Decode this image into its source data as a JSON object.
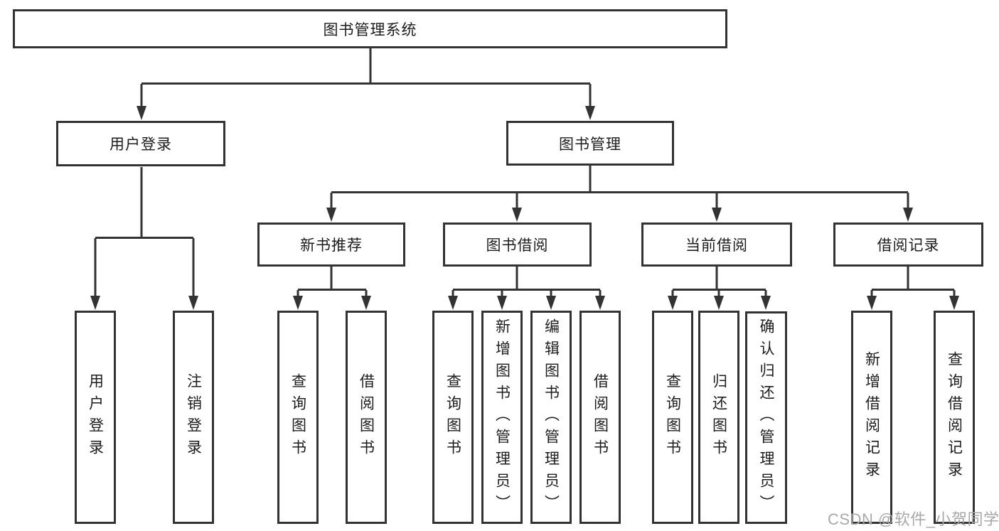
{
  "tree": {
    "label": "图书管理系统",
    "children": [
      {
        "label": "用户登录",
        "children": [
          {
            "label": "用户登录"
          },
          {
            "label": "注销登录"
          }
        ]
      },
      {
        "label": "图书管理",
        "children": [
          {
            "label": "新书推荐",
            "children": [
              {
                "label": "查询图书"
              },
              {
                "label": "借阅图书"
              }
            ]
          },
          {
            "label": "图书借阅",
            "children": [
              {
                "label": "查询图书"
              },
              {
                "label": "新增图书（管理员）"
              },
              {
                "label": "编辑图书（管理员）"
              },
              {
                "label": "借阅图书"
              }
            ]
          },
          {
            "label": "当前借阅",
            "children": [
              {
                "label": "查询图书"
              },
              {
                "label": "归还图书"
              },
              {
                "label": "确认归还（管理员）"
              }
            ]
          },
          {
            "label": "借阅记录",
            "children": [
              {
                "label": "新增借阅记录"
              },
              {
                "label": "查询借阅记录"
              }
            ]
          }
        ]
      }
    ]
  },
  "colors": {
    "line": "#333333",
    "text": "#1c1c1c",
    "watermark": "#a8a8a8"
  },
  "watermark": {
    "text": "CSDN @软件_小贺同学"
  }
}
